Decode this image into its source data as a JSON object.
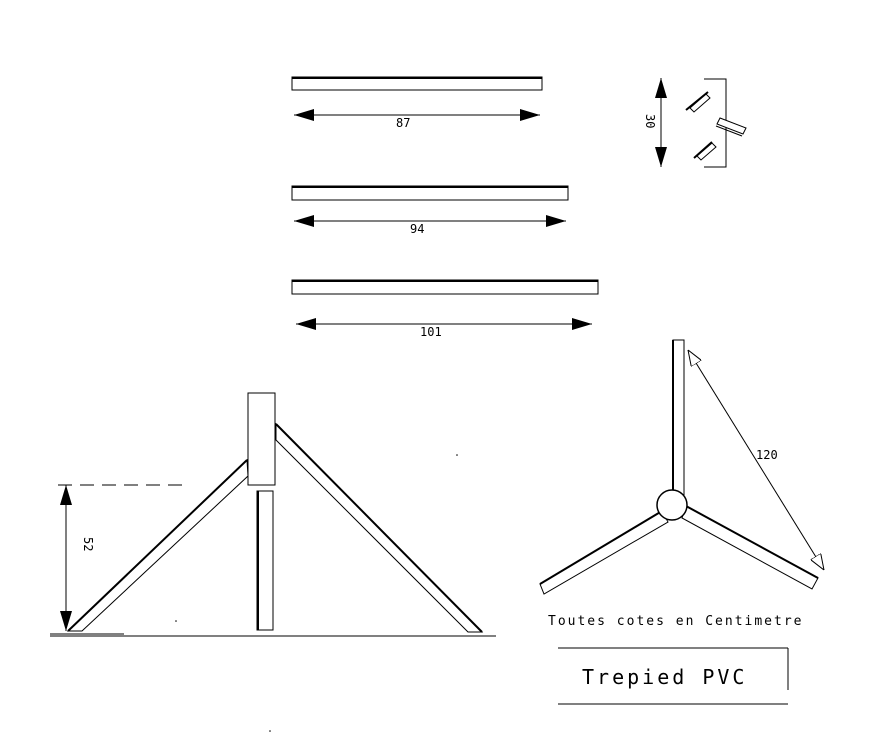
{
  "pipes": {
    "pipe_87": "87",
    "pipe_94": "94",
    "pipe_101": "101"
  },
  "fitting_dim": "30",
  "tripod_leg_length": "120",
  "height_dim": "52",
  "note": "Toutes cotes en Centimetre",
  "title": "Trepied PVC"
}
